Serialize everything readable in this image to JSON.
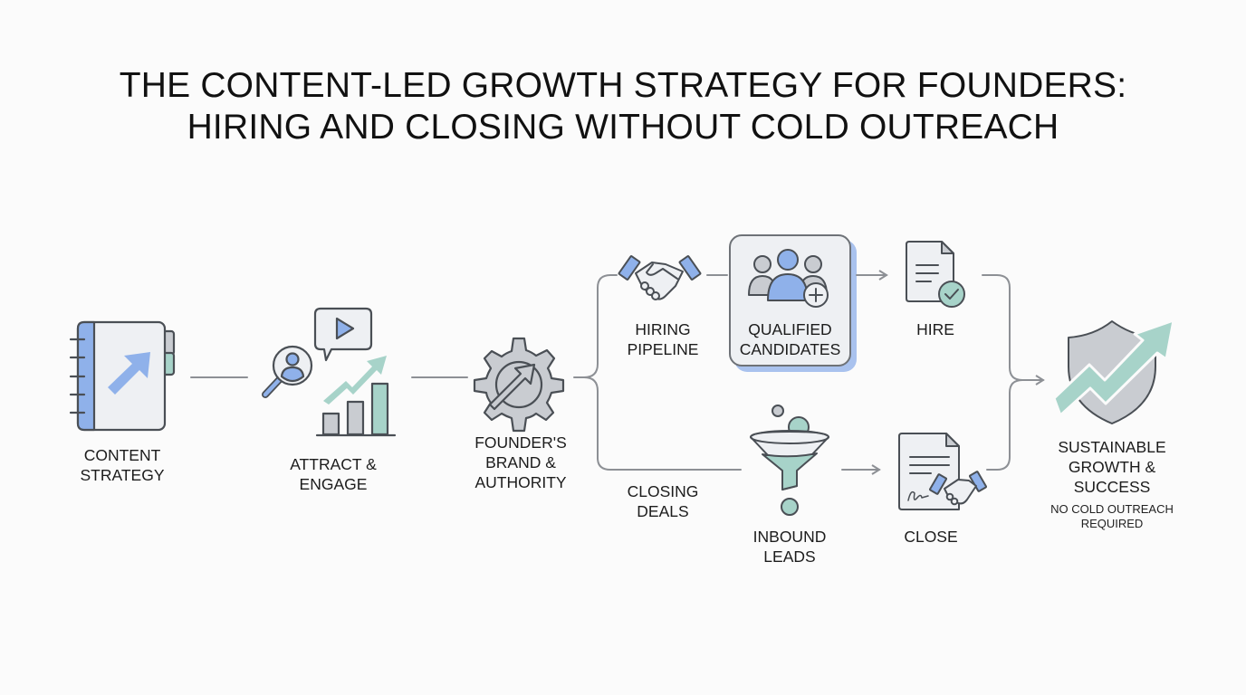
{
  "title": {
    "line1": "THE CONTENT-LED GROWTH STRATEGY FOR FOUNDERS:",
    "line2": "HIRING AND CLOSING WITHOUT COLD OUTREACH"
  },
  "colors": {
    "background": "#fbfbfb",
    "stroke": "#4a4f55",
    "connector": "#8d9095",
    "blue": "#8fb1ea",
    "teal": "#a7d3c9",
    "gray": "#c9ccd1",
    "card_shadow": "#a9c2ee"
  },
  "nodes": {
    "content_strategy": {
      "line1": "CONTENT",
      "line2": "STRATEGY",
      "icon": "notebook-arrow-icon"
    },
    "attract_engage": {
      "line1": "ATTRACT &",
      "line2": "ENGAGE",
      "icon": "search-video-growth-icon"
    },
    "founders_brand": {
      "line1": "FOUNDER'S",
      "line2": "BRAND &",
      "line3": "AUTHORITY",
      "icon": "gear-arrow-icon"
    },
    "hiring_pipeline": {
      "line1": "HIRING",
      "line2": "PIPELINE",
      "icon": "handshake-icon"
    },
    "qualified_candidates": {
      "line1": "QUALIFIED",
      "line2": "CANDIDATES",
      "icon": "people-add-icon"
    },
    "hire": {
      "line1": "HIRE",
      "icon": "document-check-icon"
    },
    "closing_deals": {
      "line1": "CLOSING",
      "line2": "DEALS"
    },
    "inbound_leads": {
      "line1": "INBOUND",
      "line2": "LEADS",
      "icon": "funnel-icon"
    },
    "close": {
      "line1": "CLOSE",
      "icon": "contract-handshake-icon"
    },
    "sustainable_growth": {
      "line1": "SUSTAINABLE",
      "line2": "GROWTH &",
      "line3": "SUCCESS",
      "note1": "NO COLD OUTREACH",
      "note2": "REQUIRED",
      "icon": "shield-growth-icon"
    }
  }
}
